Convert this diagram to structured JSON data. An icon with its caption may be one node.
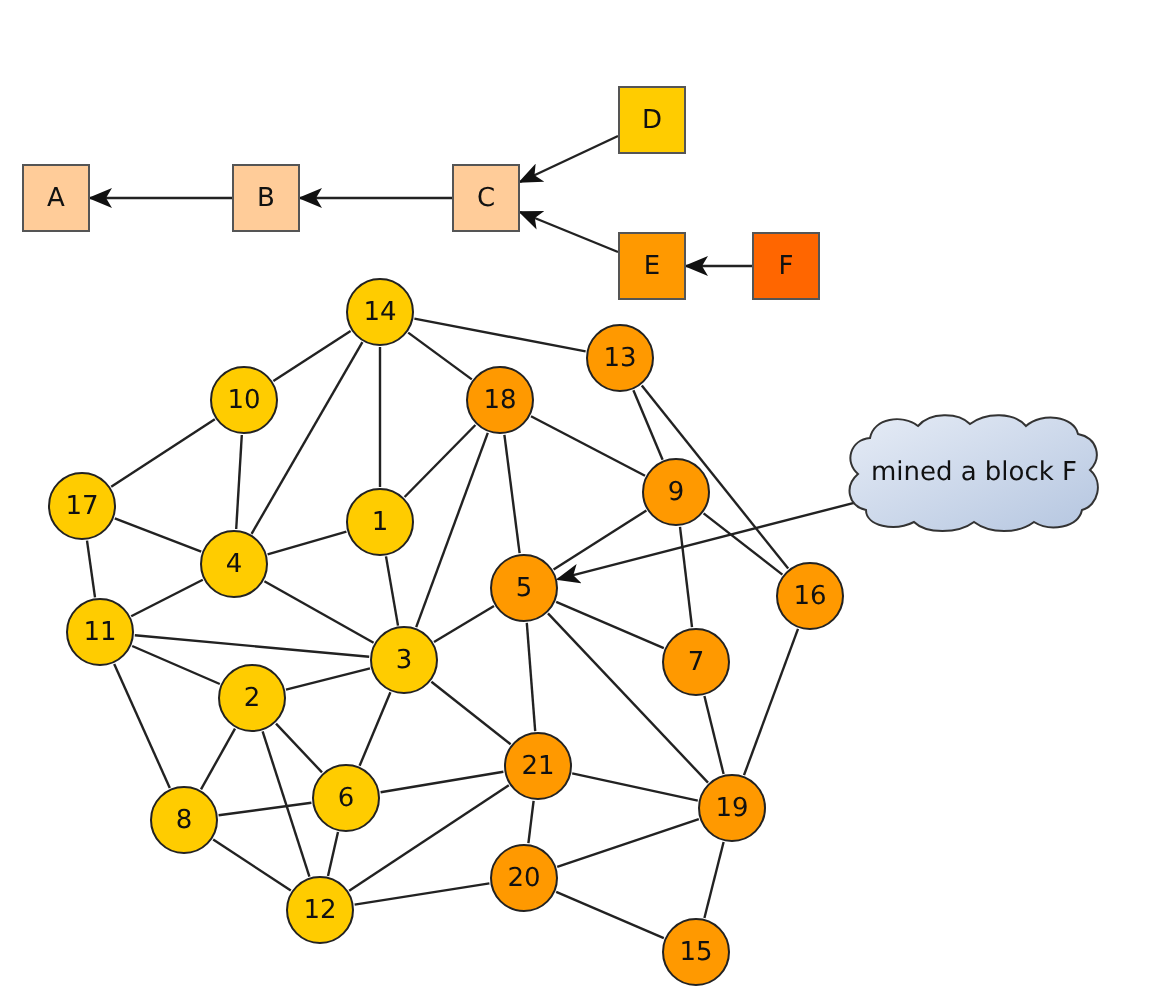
{
  "diagram": {
    "nodes": [
      {
        "text": [
          "A"
        ]
      },
      {
        "text": [
          "B"
        ]
      },
      {
        "text": [
          "C"
        ]
      },
      {
        "text": [
          "D"
        ]
      },
      {
        "text": [
          "E"
        ]
      },
      {
        "text": [
          "F"
        ]
      },
      {
        "text": [
          "14"
        ]
      },
      {
        "text": [
          "13"
        ]
      },
      {
        "text": [
          "10"
        ]
      },
      {
        "text": [
          "18"
        ]
      },
      {
        "text": [
          "mined a block F"
        ]
      },
      {
        "text": [
          "9"
        ]
      },
      {
        "text": [
          "17"
        ]
      },
      {
        "text": [
          "1"
        ]
      },
      {
        "text": [
          "4"
        ]
      },
      {
        "text": [
          "5"
        ]
      },
      {
        "text": [
          "16"
        ]
      },
      {
        "text": [
          "11"
        ]
      },
      {
        "text": [
          "3"
        ]
      },
      {
        "text": [
          "7"
        ]
      },
      {
        "text": [
          "2"
        ]
      },
      {
        "text": [
          "21"
        ]
      },
      {
        "text": [
          "6"
        ]
      },
      {
        "text": [
          "19"
        ]
      },
      {
        "text": [
          "8"
        ]
      },
      {
        "text": [
          "20"
        ]
      },
      {
        "text": [
          "12"
        ]
      },
      {
        "text": [
          "15"
        ]
      }
    ],
    "edges": [
      {
        "from": 1,
        "to": 0,
        "arrow": "to"
      },
      {
        "from": 2,
        "to": 1,
        "arrow": "to"
      },
      {
        "from": 3,
        "to": 2,
        "arrow": "to"
      },
      {
        "from": 4,
        "to": 2,
        "arrow": "to"
      },
      {
        "from": 5,
        "to": 4,
        "arrow": "to"
      },
      {
        "from": 10,
        "to": 15,
        "arrow": "to"
      },
      {
        "from": 6,
        "to": 8,
        "arrow": "none"
      },
      {
        "from": 6,
        "to": 14,
        "arrow": "none"
      },
      {
        "from": 6,
        "to": 13,
        "arrow": "none"
      },
      {
        "from": 6,
        "to": 9,
        "arrow": "none"
      },
      {
        "from": 6,
        "to": 7,
        "arrow": "none"
      },
      {
        "from": 8,
        "to": 12,
        "arrow": "none"
      },
      {
        "from": 8,
        "to": 14,
        "arrow": "none"
      },
      {
        "from": 12,
        "to": 14,
        "arrow": "none"
      },
      {
        "from": 12,
        "to": 17,
        "arrow": "none"
      },
      {
        "from": 14,
        "to": 13,
        "arrow": "none"
      },
      {
        "from": 14,
        "to": 17,
        "arrow": "none"
      },
      {
        "from": 14,
        "to": 18,
        "arrow": "none"
      },
      {
        "from": 13,
        "to": 9,
        "arrow": "none"
      },
      {
        "from": 13,
        "to": 18,
        "arrow": "none"
      },
      {
        "from": 9,
        "to": 18,
        "arrow": "none"
      },
      {
        "from": 9,
        "to": 15,
        "arrow": "none"
      },
      {
        "from": 9,
        "to": 11,
        "arrow": "none"
      },
      {
        "from": 7,
        "to": 11,
        "arrow": "none"
      },
      {
        "from": 7,
        "to": 16,
        "arrow": "none"
      },
      {
        "from": 11,
        "to": 15,
        "arrow": "none"
      },
      {
        "from": 11,
        "to": 16,
        "arrow": "none"
      },
      {
        "from": 11,
        "to": 19,
        "arrow": "none"
      },
      {
        "from": 15,
        "to": 18,
        "arrow": "none"
      },
      {
        "from": 15,
        "to": 19,
        "arrow": "none"
      },
      {
        "from": 15,
        "to": 21,
        "arrow": "none"
      },
      {
        "from": 15,
        "to": 23,
        "arrow": "none"
      },
      {
        "from": 17,
        "to": 18,
        "arrow": "none"
      },
      {
        "from": 17,
        "to": 20,
        "arrow": "none"
      },
      {
        "from": 17,
        "to": 24,
        "arrow": "none"
      },
      {
        "from": 18,
        "to": 20,
        "arrow": "none"
      },
      {
        "from": 18,
        "to": 22,
        "arrow": "none"
      },
      {
        "from": 18,
        "to": 21,
        "arrow": "none"
      },
      {
        "from": 20,
        "to": 24,
        "arrow": "none"
      },
      {
        "from": 20,
        "to": 22,
        "arrow": "none"
      },
      {
        "from": 20,
        "to": 26,
        "arrow": "none"
      },
      {
        "from": 24,
        "to": 22,
        "arrow": "none"
      },
      {
        "from": 24,
        "to": 26,
        "arrow": "none"
      },
      {
        "from": 22,
        "to": 26,
        "arrow": "none"
      },
      {
        "from": 22,
        "to": 21,
        "arrow": "none"
      },
      {
        "from": 21,
        "to": 26,
        "arrow": "none"
      },
      {
        "from": 21,
        "to": 25,
        "arrow": "none"
      },
      {
        "from": 21,
        "to": 23,
        "arrow": "none"
      },
      {
        "from": 19,
        "to": 23,
        "arrow": "none"
      },
      {
        "from": 16,
        "to": 23,
        "arrow": "none"
      },
      {
        "from": 23,
        "to": 25,
        "arrow": "none"
      },
      {
        "from": 23,
        "to": 27,
        "arrow": "none"
      },
      {
        "from": 25,
        "to": 26,
        "arrow": "none"
      },
      {
        "from": 25,
        "to": 27,
        "arrow": "none"
      }
    ]
  }
}
